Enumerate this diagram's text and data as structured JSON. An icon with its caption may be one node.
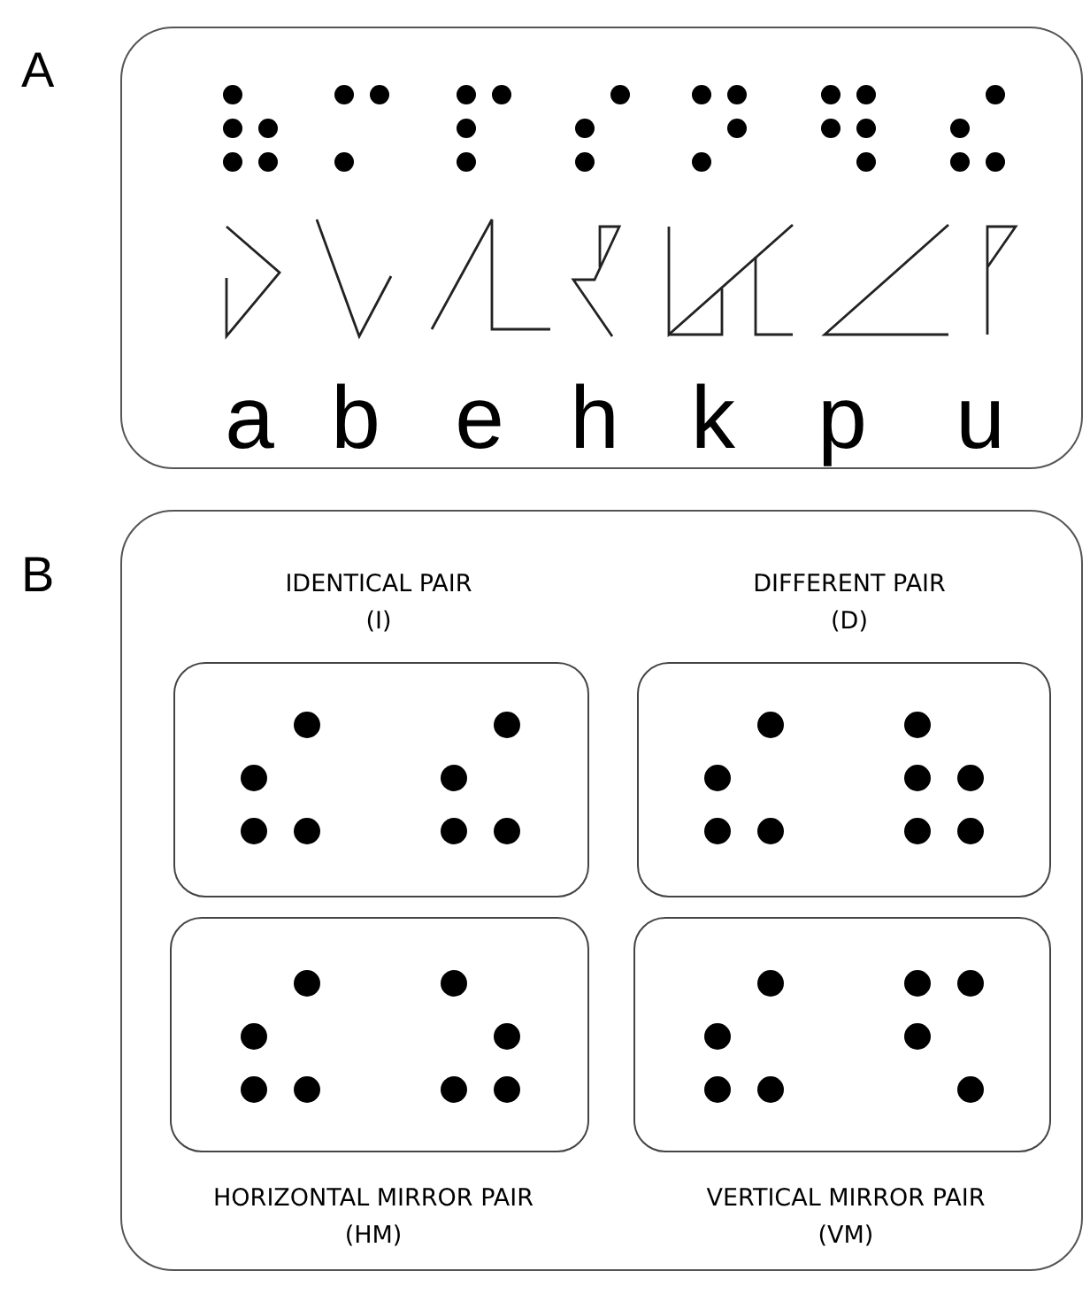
{
  "diagram": {
    "nodes": [
      {
        "text": [],
        "shape": "box"
      },
      {
        "text": [],
        "shape": "box"
      },
      {
        "text": [],
        "shape": "box",
        "in": 1,
        "beside": [
          "IDENTICAL PAIR (I)"
        ]
      },
      {
        "text": [],
        "shape": "box",
        "in": 1,
        "beside": [
          "DIFFERENT PAIR (D)"
        ]
      },
      {
        "text": [],
        "shape": "box",
        "in": 1,
        "beside": [
          "HORIZONTAL MIRROR PAIR (HM)"
        ]
      },
      {
        "text": [],
        "shape": "box",
        "in": 1,
        "beside": [
          "VERTICAL MIRROR PAIR (VM)"
        ]
      }
    ],
    "edges": [],
    "labels": [
      "A",
      "a",
      "b",
      "e",
      "h",
      "k",
      "p",
      "u",
      "B"
    ]
  }
}
